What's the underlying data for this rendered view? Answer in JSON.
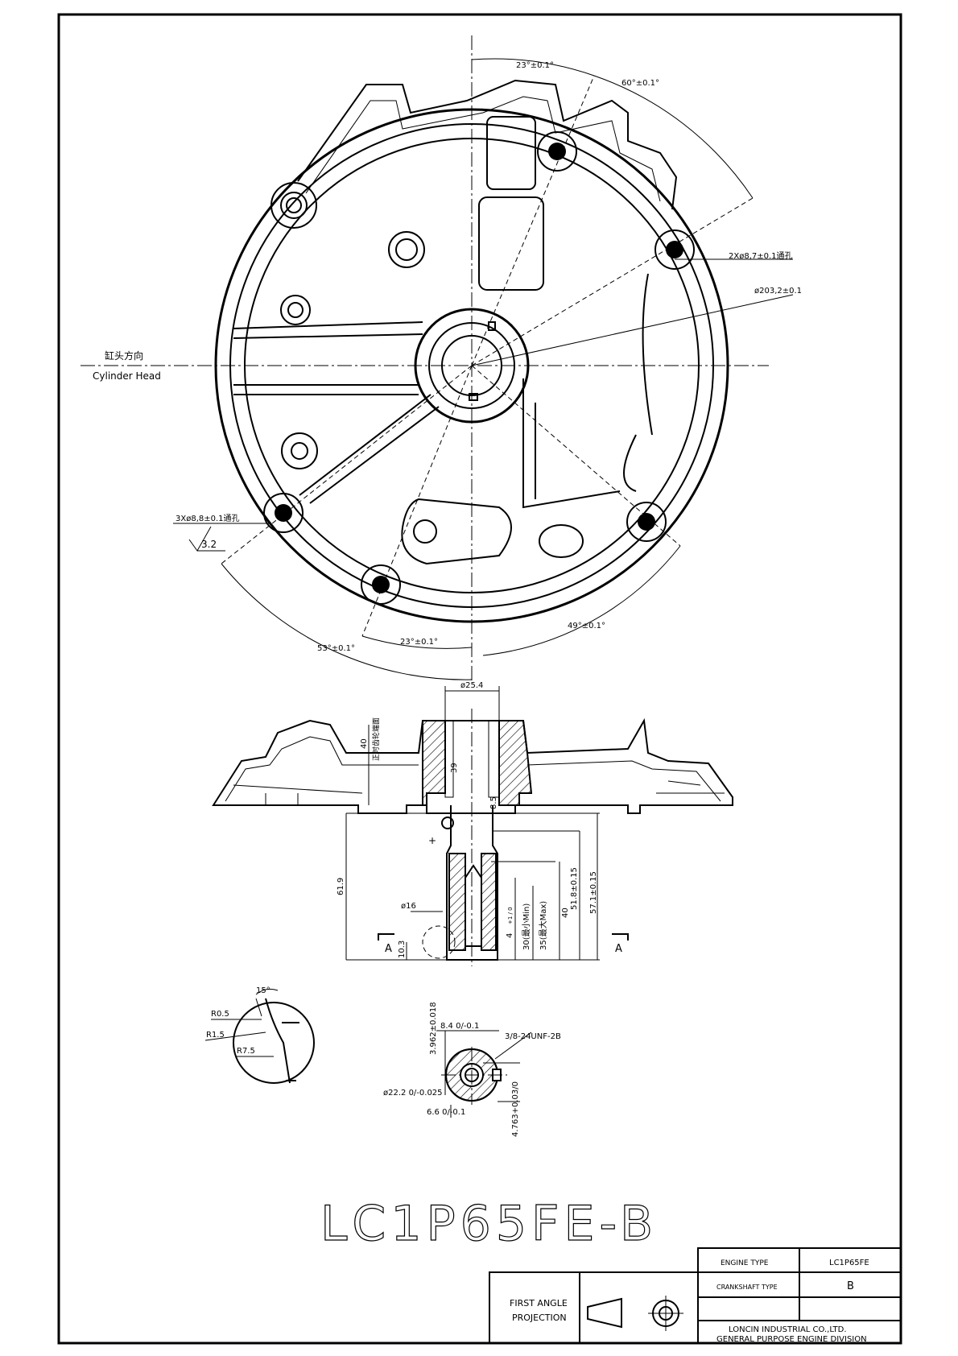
{
  "front_view": {
    "left_labels": {
      "chinese": "缸头方向",
      "english": "Cylinder Head"
    },
    "dims": {
      "ang_top_23": "23°±0.1°",
      "ang_top_60": "60°±0.1°",
      "holes_2x": "2Xø8,7±0.1通孔",
      "dia_203": "ø203,2±0.1",
      "holes_3x": "3Xø8,8±0.1通孔",
      "roughness": "3.2",
      "ang_49": "49°±0.1°",
      "ang_53": "53°±0.1°",
      "ang_bot_23": "23°±0.1°"
    }
  },
  "section_view": {
    "dims": {
      "dia_25_4": "ø25.4",
      "h_40_cn": "40",
      "note_cn": "正时齿轮端面",
      "h_39": "39",
      "h_8_5": "8.5",
      "len_61_9": "61.9",
      "dia_16": "ø16",
      "len_10_3": "10.3",
      "tap_4": "4",
      "tap_4_tol": "+1 / 0",
      "min_30": "30(最小Min)",
      "max_35": "35(最大Max)",
      "len_40": "40",
      "len_51_8": "51.8±0.15",
      "len_57_1": "57.1±0.15",
      "sec_a_left": "A",
      "sec_a_right": "A"
    }
  },
  "detail_fillet": {
    "angle": "15°",
    "r05": "R0.5",
    "r15": "R1.5",
    "r75": "R7.5"
  },
  "detail_shaft": {
    "key_width": "3.962±0.018",
    "dim_84": "8.4 0/-0.1",
    "thread": "3/8-24UNF-2B",
    "dia_222": "ø22.2 0/-0.025",
    "dim_66": "6.6 0/-0.1",
    "key_depth": "4.763+0.03/0"
  },
  "title": {
    "model": "LC1P65FE-B"
  },
  "title_block": {
    "projection_line1": "FIRST ANGLE",
    "projection_line2": "PROJECTION",
    "engine_type_label": "ENGINE TYPE",
    "engine_type_value": "LC1P65FE",
    "crankshaft_type_label": "CRANKSHAFT TYPE",
    "crankshaft_type_value": "B",
    "company_line1": "LONCIN INDUSTRIAL CO.,LTD.",
    "company_line2": "GENERAL PURPOSE ENGINE DIVISION"
  }
}
